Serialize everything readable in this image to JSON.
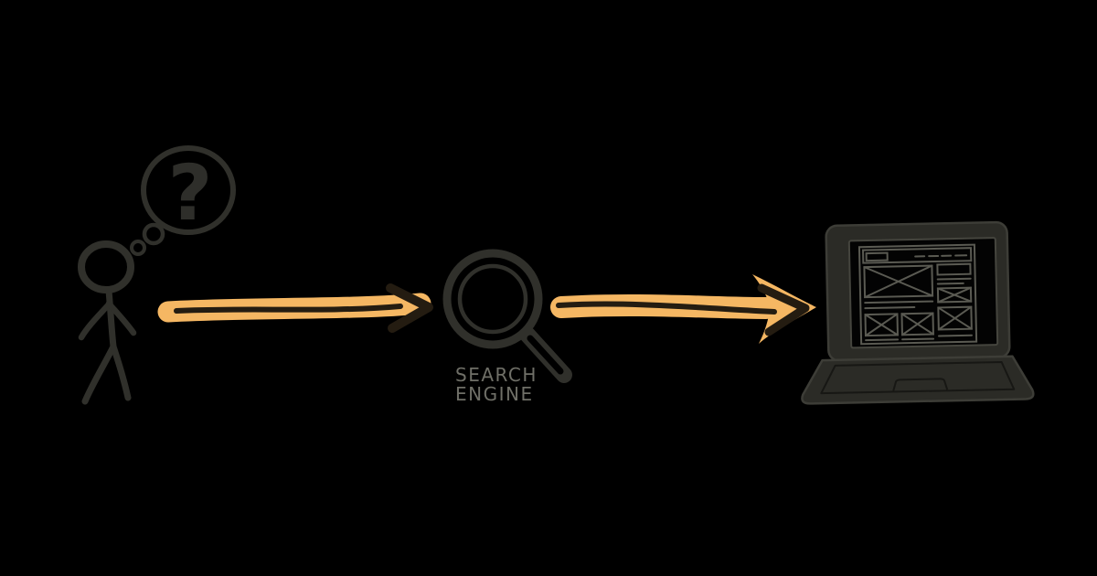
{
  "scene": {
    "background": "#000000",
    "ink": "#30302b",
    "highlight": "#f5b763",
    "arrow_ink": "#241c11",
    "label_color": "#6f6f67",
    "wire_color": "#5a5a52"
  },
  "user": {
    "icon": "stick-figure-icon",
    "thought": {
      "icon": "thought-bubble-icon",
      "text": "?"
    }
  },
  "search_engine": {
    "icon": "magnifying-glass-icon",
    "label": [
      "SEARCH",
      "ENGINE"
    ]
  },
  "results": {
    "icon": "laptop-wireframe-icon",
    "screen_content": "webpage-wireframe"
  },
  "flow": {
    "arrow1": "user-to-search-engine-arrow",
    "arrow2": "search-engine-to-results-arrow",
    "arrow_style": "orange-highlighter"
  }
}
